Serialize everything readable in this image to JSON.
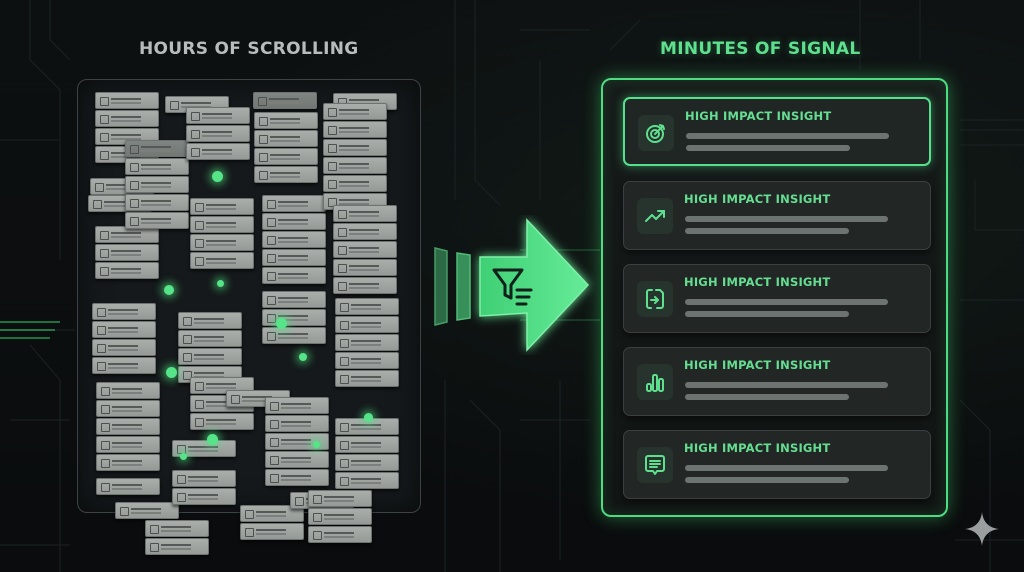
{
  "left": {
    "heading": "HOURS OF SCROLLING",
    "description": "Cluttered pile of many small notification cards with scattered green signal dots"
  },
  "right": {
    "heading": "MINUTES OF SIGNAL",
    "insights": [
      {
        "title": "HIGH IMPACT INSIGHT",
        "icon": "target-icon",
        "active": true
      },
      {
        "title": "HIGH IMPACT INSIGHT",
        "icon": "trending-up-icon",
        "active": false
      },
      {
        "title": "HIGH IMPACT INSIGHT",
        "icon": "document-transfer-icon",
        "active": false
      },
      {
        "title": "HIGH IMPACT INSIGHT",
        "icon": "bar-chart-icon",
        "active": false
      },
      {
        "title": "HIGH IMPACT INSIGHT",
        "icon": "message-icon",
        "active": false
      }
    ]
  },
  "arrow": {
    "icon": "filter-icon",
    "meaning": "filter"
  },
  "colors": {
    "accent": "#4ddc80",
    "accent_text": "#5fe08f",
    "background": "#0b0d0e",
    "left_heading": "#b9bcbd",
    "card_bg": "#222726",
    "bar": "#6d7371"
  }
}
